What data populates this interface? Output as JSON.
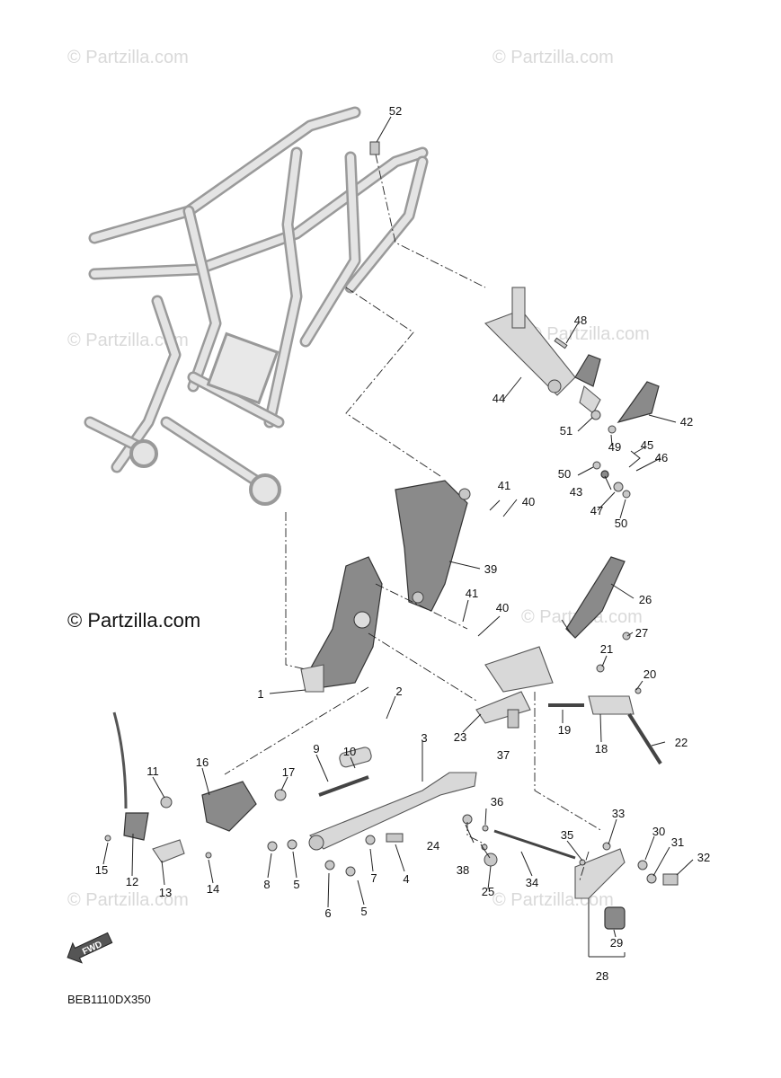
{
  "watermark": "© Partzilla.com",
  "diagram_code": "BEB1110DX350",
  "fwd_label": "FWD",
  "callouts": {
    "c1": "1",
    "c2": "2",
    "c3": "3",
    "c4": "4",
    "c5a": "5",
    "c5b": "5",
    "c6": "6",
    "c7": "7",
    "c8": "8",
    "c9": "9",
    "c10": "10",
    "c11": "11",
    "c12": "12",
    "c13": "13",
    "c14": "14",
    "c15": "15",
    "c16": "16",
    "c17": "17",
    "c18": "18",
    "c19": "19",
    "c20": "20",
    "c21": "21",
    "c22": "22",
    "c23": "23",
    "c24": "24",
    "c25": "25",
    "c26": "26",
    "c27": "27",
    "c28": "28",
    "c29": "29",
    "c30": "30",
    "c31": "31",
    "c32": "32",
    "c33": "33",
    "c34": "34",
    "c35": "35",
    "c36": "36",
    "c37": "37",
    "c38": "38",
    "c39": "39",
    "c40a": "40",
    "c40b": "40",
    "c41a": "41",
    "c41b": "41",
    "c42": "42",
    "c43": "43",
    "c44": "44",
    "c45": "45",
    "c46": "46",
    "c47": "47",
    "c48": "48",
    "c49": "49",
    "c50a": "50",
    "c50b": "50",
    "c51": "51",
    "c52": "52"
  }
}
